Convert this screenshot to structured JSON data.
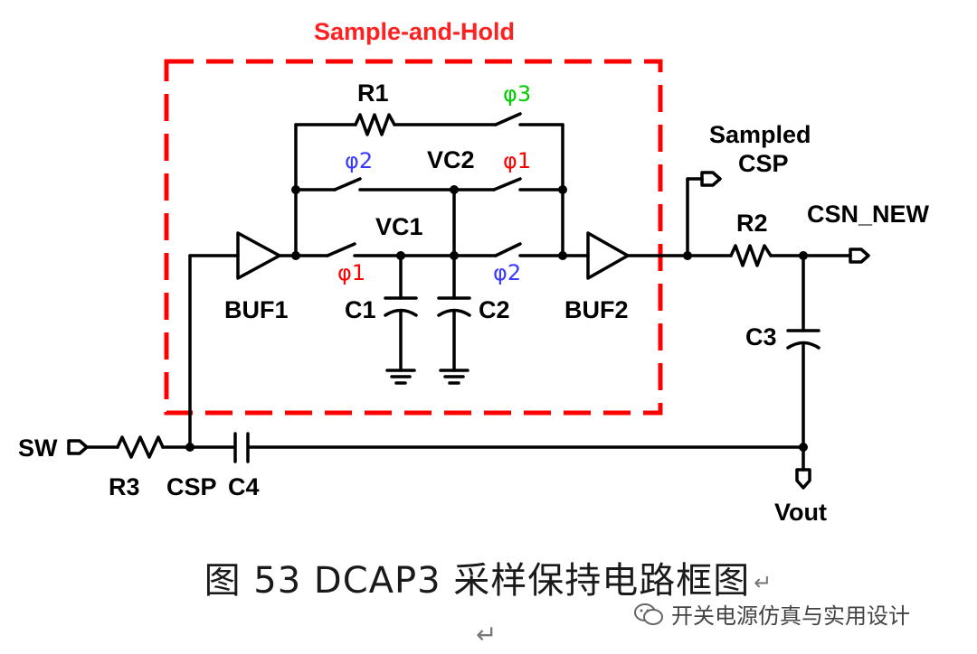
{
  "diagram": {
    "box_title": "Sample-and-Hold",
    "colors": {
      "box": "#ff0000",
      "phi1": "#ff0000",
      "phi2": "#3a3aff",
      "phi3": "#00cc00",
      "wire": "#000000"
    },
    "labels": {
      "r1": "R1",
      "r2": "R2",
      "r3": "R3",
      "c1": "C1",
      "c2": "C2",
      "c3": "C3",
      "c4": "C4",
      "buf1": "BUF1",
      "buf2": "BUF2",
      "vc1": "VC1",
      "vc2": "VC2",
      "sampled_line1": "Sampled",
      "sampled_line2": "CSP",
      "csn_new": "CSN_NEW",
      "sw": "SW",
      "csp": "CSP",
      "vout": "Vout"
    },
    "switches": {
      "phi3_top": "φ3",
      "phi2_mid": "φ2",
      "phi1_mid": "φ1",
      "phi1_low": "φ1",
      "phi2_low": "φ2"
    }
  },
  "caption": "图 53 DCAP3  采样保持电路框图",
  "return_mark": "↵",
  "watermark": "开关电源仿真与实用设计"
}
